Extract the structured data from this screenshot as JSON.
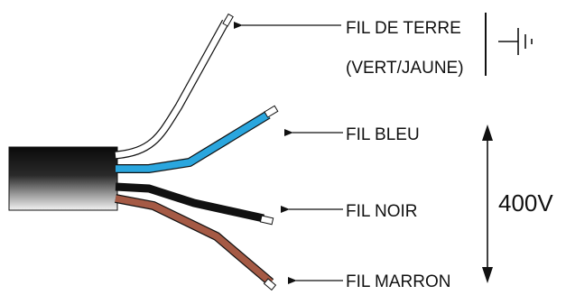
{
  "labels": {
    "ground_wire_line1": "FIL DE TERRE",
    "ground_wire_line2": "(VERT/JAUNE)",
    "blue_wire": "FIL BLEU",
    "black_wire": "FIL NOIR",
    "brown_wire": "FIL MARRON",
    "voltage": "400V"
  },
  "icons": {
    "ground": "earth-ground-symbol",
    "voltage_span": "double-headed-vertical-arrow",
    "pointer": "left-pointing-arrow"
  },
  "colors": {
    "ground_wire": "#ffffff",
    "blue_wire": "#2aa6de",
    "black_wire": "#111111",
    "brown_wire": "#a55a45",
    "cable_jacket": "#1a1a1a",
    "line": "#111111"
  }
}
